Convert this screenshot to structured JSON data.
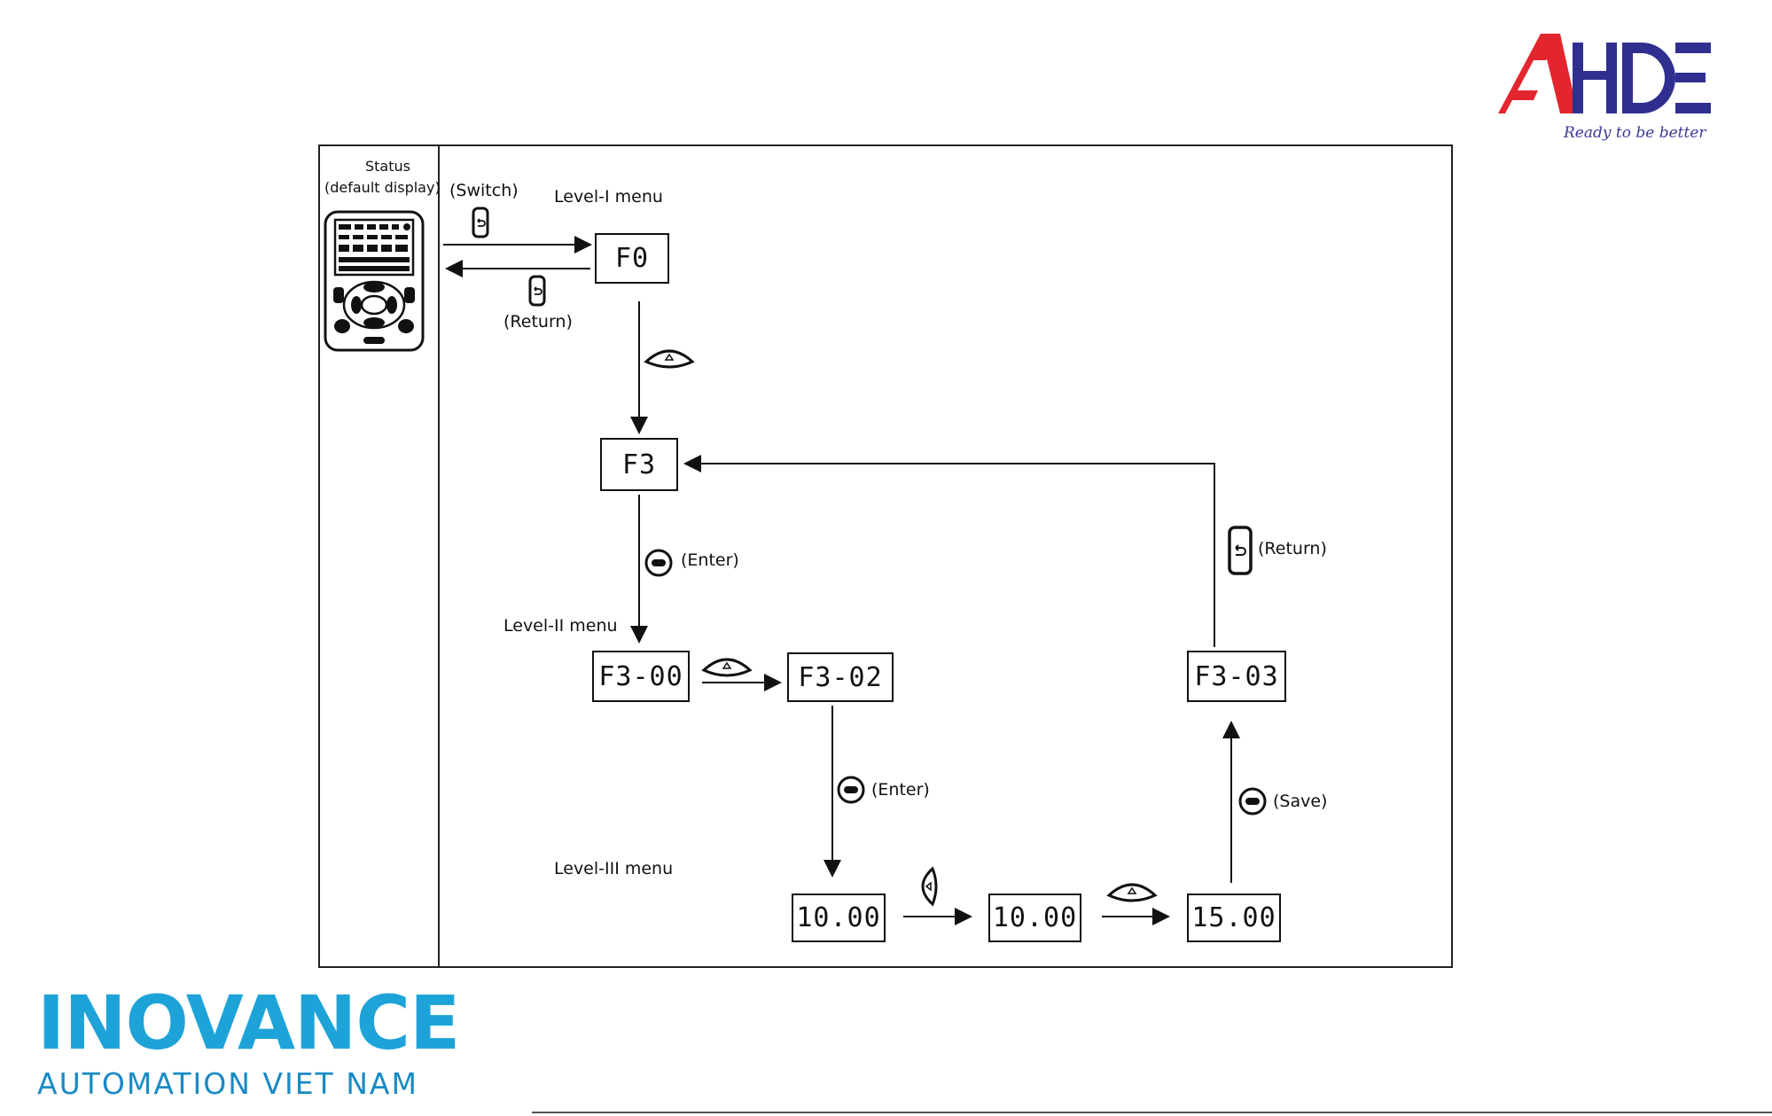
{
  "brand": {
    "top_logo_text": "AHDE",
    "tagline": "Ready to be better",
    "bottom_logo": "INOVANCE",
    "bottom_sub": "AUTOMATION VIET NAM"
  },
  "diagram": {
    "status_label": "Status",
    "status_sub": "(default display)",
    "switch_label": "(Switch)",
    "return_label_1": "(Return)",
    "level1_label": "Level-I menu",
    "level2_label": "Level-II menu",
    "level3_label": "Level-III menu",
    "enter_label_1": "(Enter)",
    "enter_label_2": "(Enter)",
    "save_label": "(Save)",
    "return_label_2": "(Return)",
    "lcd_f0": "F0",
    "lcd_f3": "F3",
    "lcd_f3_00": "F3-00",
    "lcd_f3_02": "F3-02",
    "lcd_f3_03": "F3-03",
    "lcd_val_1": "10.00",
    "lcd_val_2": "10.00",
    "lcd_val_3": "15.00"
  },
  "colors": {
    "ahde_red": "#e3262e",
    "ahde_blue": "#2f2f8f",
    "inovance_blue": "#1ea3d8"
  }
}
